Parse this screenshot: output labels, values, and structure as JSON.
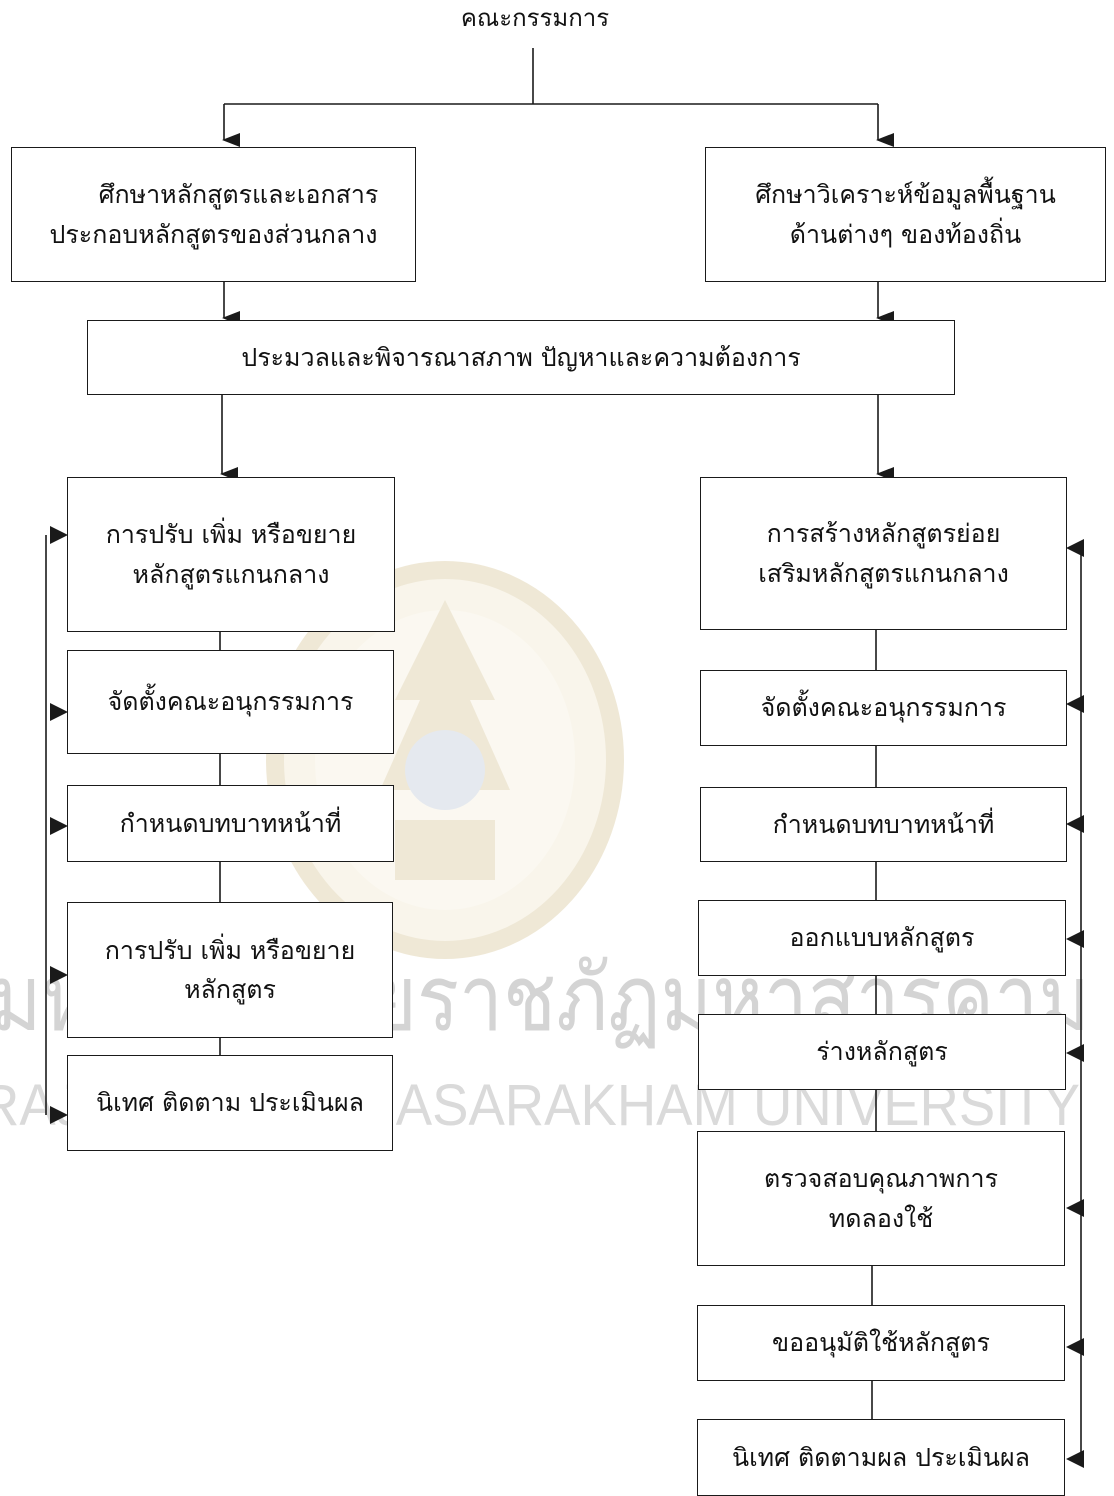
{
  "diagram": {
    "root": "คณะกรรมการ",
    "study_central": [
      "ศึกษาหลักสูตรและเอกสาร",
      "ประกอบหลักสูตรของส่วนกลาง"
    ],
    "study_local": [
      "ศึกษาวิเคราะห์ข้อมูลพื้นฐาน",
      "ด้านต่างๆ ของท้องถิ่น"
    ],
    "synthesis": "ประมวลและพิจารณาสภาพ ปัญหาและความต้องการ",
    "left_branch": [
      {
        "lines": [
          "การปรับ เพิ่ม หรือขยาย",
          "หลักสูตรแกนกลาง"
        ]
      },
      {
        "lines": [
          "จัดตั้งคณะอนุกรรมการ"
        ]
      },
      {
        "lines": [
          "กำหนดบทบาทหน้าที่"
        ]
      },
      {
        "lines": [
          "การปรับ เพิ่ม หรือขยาย",
          "หลักสูตร"
        ]
      },
      {
        "lines": [
          "นิเทศ ติดตาม ประเมินผล"
        ]
      }
    ],
    "right_branch": [
      {
        "lines": [
          "การสร้างหลักสูตรย่อย",
          "เสริมหลักสูตรแกนกลาง"
        ]
      },
      {
        "lines": [
          "จัดตั้งคณะอนุกรรมการ"
        ]
      },
      {
        "lines": [
          "กำหนดบทบาทหน้าที่"
        ]
      },
      {
        "lines": [
          "ออกแบบหลักสูตร"
        ]
      },
      {
        "lines": [
          "ร่างหลักสูตร"
        ]
      },
      {
        "lines": [
          "ตรวจสอบคุณภาพการ",
          "ทดลองใช้"
        ]
      },
      {
        "lines": [
          "ขออนุมัติใช้หลักสูตร"
        ]
      },
      {
        "lines": [
          "นิเทศ ติดตามผล ประเมินผล"
        ]
      }
    ]
  },
  "watermark": {
    "line1": "มหาวิทยาลัยราชภัฏมหาสารคาม",
    "line2": "RAJABHAT MAHASARAKHAM UNIVERSITY"
  },
  "colors": {
    "line": "#1a1a1a",
    "watermark_seal": "#c9a95a",
    "watermark_text": "#d4d4d4"
  }
}
